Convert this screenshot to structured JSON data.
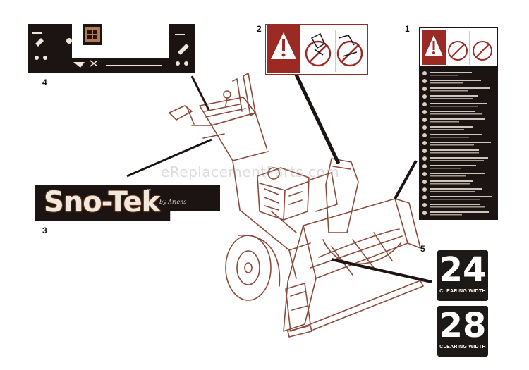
{
  "diagram": {
    "callouts": [
      {
        "id": "1",
        "label": "1"
      },
      {
        "id": "2",
        "label": "2"
      },
      {
        "id": "3",
        "label": "3"
      },
      {
        "id": "4",
        "label": "4"
      },
      {
        "id": "5",
        "label": "5"
      }
    ],
    "logo": {
      "word": "Sno-Tek",
      "tm": "™",
      "brand": "by Ariens"
    },
    "width_decals": [
      {
        "number": "24",
        "label": "CLEARING WIDTH"
      },
      {
        "number": "28",
        "label": "CLEARING WIDTH"
      }
    ],
    "watermark": "eReplacementParts.com"
  },
  "colors": {
    "decal_dark": "#1b1412",
    "warning_red": "#9b2a24",
    "logo_glow": "#c66a3a",
    "line_art": "#8a4a3a"
  },
  "icons": [
    "warning-triangle-icon",
    "no-hands-icon",
    "no-feet-icon",
    "chute-icon",
    "throttle-icon",
    "choke-icon"
  ]
}
